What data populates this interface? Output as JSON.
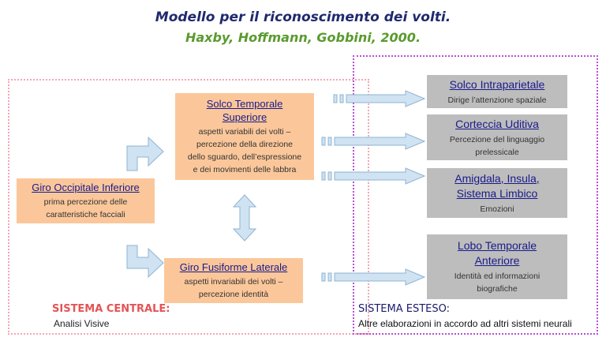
{
  "header": {
    "title": "Modello per il riconoscimento dei volti.",
    "subtitle": "Haxby, Hoffmann, Gobbini, 2000."
  },
  "core_system": {
    "label": "SISTEMA CENTRALE:",
    "sublabel": "Analisi Visive",
    "nodes": {
      "occipital": {
        "name": "Giro Occipitale Inferiore",
        "desc1": "prima percezione delle",
        "desc2": "caratteristiche facciali"
      },
      "sts": {
        "name1": "Solco Temporale",
        "name2": "Superiore",
        "desc1": "aspetti variabili dei volti –",
        "desc2": "percezione della direzione",
        "desc3": "dello sguardo, dell’espressione",
        "desc4": "e dei movimenti delle labbra"
      },
      "fusiform": {
        "name": "Giro Fusiforme Laterale",
        "desc1": "aspetti invariabili dei volti –",
        "desc2": "percezione identità"
      }
    }
  },
  "extended_system": {
    "label": "SISTEMA ESTESO",
    "label_suffix": ":",
    "sublabel": "Altre elaborazioni in accordo ad altri sistemi neurali",
    "nodes": {
      "intraparietal": {
        "name": "Solco Intraparietale",
        "desc1": "Dirige l’attenzione spaziale"
      },
      "auditory": {
        "name": "Corteccia Uditiva",
        "desc1": "Percezione del linguaggio",
        "desc2": "prelessicale"
      },
      "amygdala": {
        "name1": "Amigdala, Insula,",
        "name2": "Sistema Limbico",
        "desc1": "Emozioni"
      },
      "temporal": {
        "name1": "Lobo Temporale",
        "name2": "Anteriore",
        "desc1": "Identità ed informazioni",
        "desc2": "biografiche"
      }
    }
  },
  "colors": {
    "title": "#1f2a6e",
    "subtitle": "#5a9a2e",
    "core_box": "#fbc79a",
    "extended_box": "#bdbdbd",
    "core_border": "#f2a7b5",
    "extended_border": "#b84fd6",
    "core_label": "#e45454",
    "arrow_fill": "#cfe3f3"
  }
}
